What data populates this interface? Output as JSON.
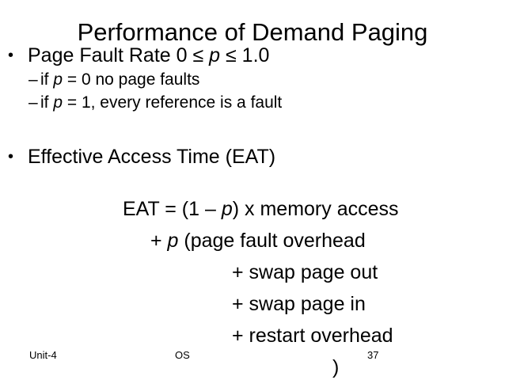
{
  "slide": {
    "title": "Performance of Demand Paging",
    "background_color": "#ffffff",
    "text_color": "#000000",
    "bullets": [
      {
        "marker": "•",
        "text_parts": [
          "Page Fault Rate 0 ≤ ",
          "p",
          " ≤ 1.0"
        ],
        "text": "Page Fault Rate 0 ≤ p ≤ 1.0",
        "sub_items": [
          {
            "marker": "–",
            "text_parts": [
              "if ",
              "p",
              " = 0 no page faults"
            ],
            "text": "if p = 0 no page faults"
          },
          {
            "marker": "–",
            "text_parts": [
              "if ",
              "p",
              " = 1, every reference is a fault"
            ],
            "text": "if p = 1, every reference is a fault"
          }
        ]
      },
      {
        "marker": "•",
        "text_parts": [
          "Effective Access Time (EAT)"
        ],
        "text": "Effective Access Time (EAT)",
        "sub_items": []
      }
    ],
    "formula": {
      "line1_pre": "EAT = (1 – ",
      "line1_var": "p",
      "line1_post": ") x memory access",
      "line1": "EAT = (1 – p) x memory access",
      "line2_pre": "+ ",
      "line2_var": "p",
      "line2_post": " (page fault overhead",
      "line2": "+ p (page fault overhead",
      "line3": "+ swap page out",
      "line4": "+ swap page in",
      "line5": "+ restart overhead",
      "line6": ")"
    },
    "footer": {
      "unit": "Unit-4",
      "course": "OS",
      "slide_number": "37"
    }
  }
}
